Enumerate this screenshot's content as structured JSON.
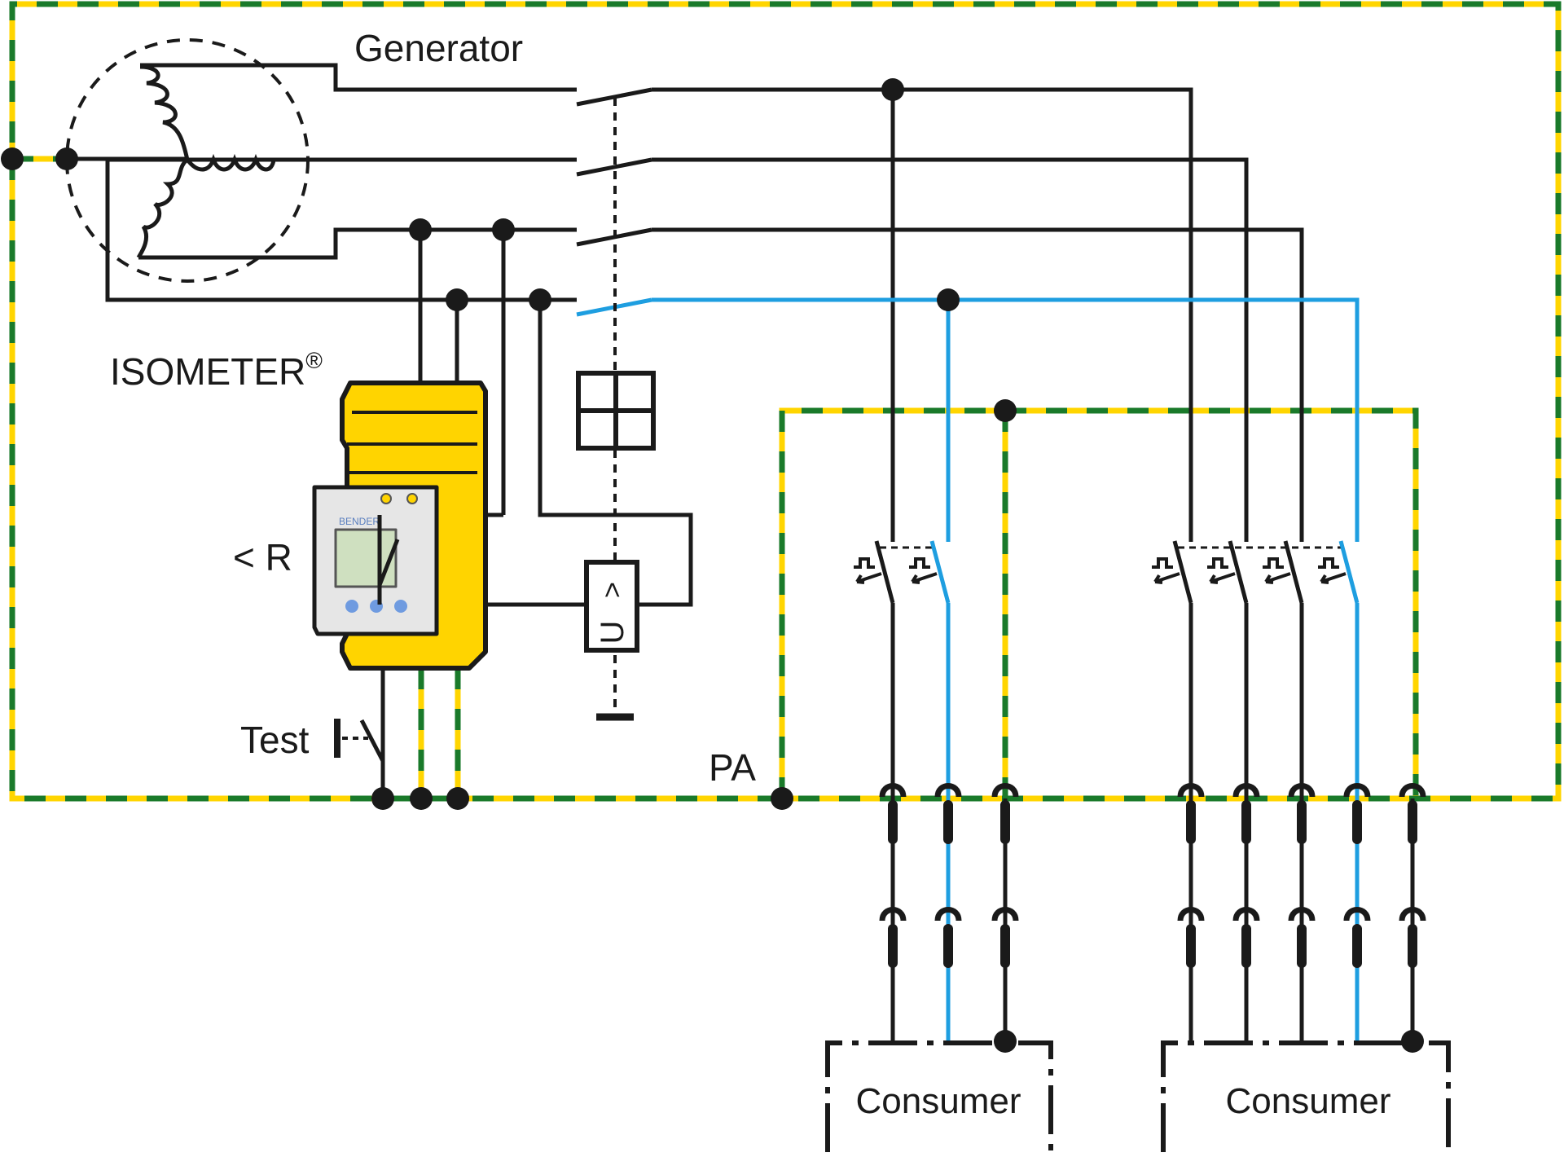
{
  "labels": {
    "generator": "Generator",
    "isometer": "ISOMETER",
    "registered": "®",
    "less_r": "< R",
    "test": "Test",
    "pa": "PA",
    "consumer_1": "Consumer",
    "consumer_2": "Consumer",
    "device_brand": "BENDER",
    "monitor_symbol_top": ">",
    "monitor_symbol_bottom": "U"
  },
  "colors": {
    "conductor": "#1a1a1a",
    "neutral": "#1e9ee0",
    "pe_yellow": "#ffd500",
    "pe_green": "#1a7a2a",
    "device_body": "#ffd400",
    "device_face": "#e6e6e6",
    "device_display": "#cfe0c0"
  },
  "icons": [
    "generator-symbol",
    "circuit-breaker",
    "plug-connector",
    "test-button",
    "voltage-monitor",
    "relay-box",
    "ground-symbol"
  ]
}
